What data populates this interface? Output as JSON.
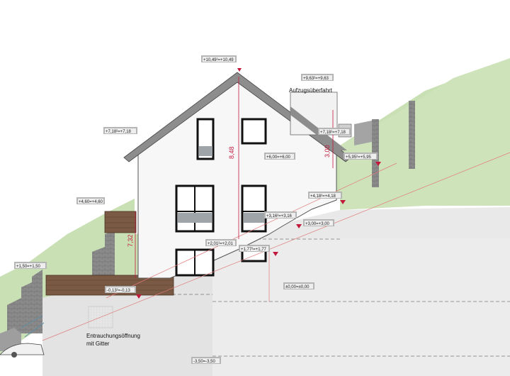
{
  "labels": {
    "ridge": "+10,49²=+10,49",
    "lift_top": "+9,63²=+9,63",
    "lift_name": "Aufzugsüberfahrt",
    "eave_left": "+7,18²=+7,18",
    "eave_right": "+7,18²=+7,18",
    "terrain_upper": "+5,95²=+5,95",
    "floor_top": "+6,00=+6,00",
    "balcony": "+4,60=+4,60",
    "terrain_mid": "+4,18²=+4,18",
    "window_level": "+3,16²=+3,16",
    "level_300": "+3,00=+3,00",
    "level_201": "+2,01²=+2,01",
    "level_177": "+1,77²=+1,77",
    "level_150": "+1,50=+1,50",
    "level_000": "±0,00=±0,00",
    "level_m013": "-0,13²=-0,13",
    "level_m350": "-3,50=-3,50",
    "smoke_vent_line1": "Entrauchungsöffnung",
    "smoke_vent_line2": "mit Gitter",
    "dim_848": "8,48",
    "dim_300": "3,00",
    "dim_732": "7,32"
  },
  "colors": {
    "grass": "#c9dfb4",
    "paving": "#e5e5e5",
    "fence": "#7a5a44",
    "dimension": "#c2183c",
    "label_box": "#b5b5b5"
  }
}
